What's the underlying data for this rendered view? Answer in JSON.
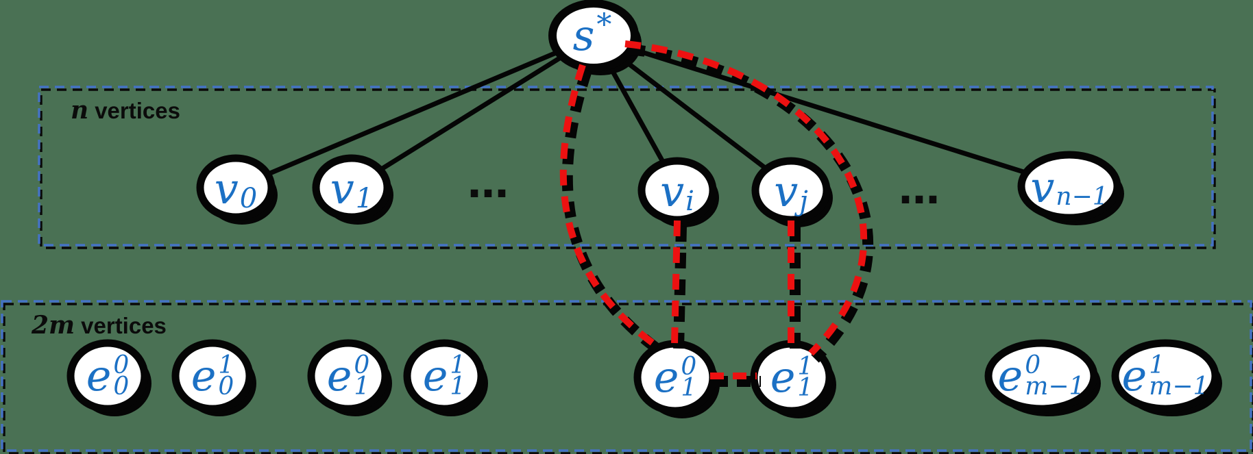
{
  "colors": {
    "background": "#4A7154",
    "node_fill": "#FFFFFF",
    "node_border": "#000000",
    "label_blue": "#1B70C4",
    "edge_black": "#000000",
    "highlight_red": "#ED1111",
    "box_dash_blue": "#4472C4"
  },
  "boxes": {
    "top": {
      "math": "n",
      "word": "vertices"
    },
    "bottom": {
      "math": "2m",
      "word": "vertices"
    }
  },
  "ellipsis": "…",
  "nodes": {
    "s": {
      "base": "s",
      "sup": "*"
    },
    "v0": {
      "base": "v",
      "sub": "0"
    },
    "v1": {
      "base": "v",
      "sub": "1"
    },
    "vi": {
      "base": "v",
      "sub": "i"
    },
    "vj": {
      "base": "v",
      "sub": "j"
    },
    "vn1": {
      "base": "v",
      "sub": "n−1"
    },
    "e00": {
      "base": "e",
      "sup": "0",
      "sub": "0"
    },
    "e01": {
      "base": "e",
      "sup": "1",
      "sub": "0"
    },
    "e10": {
      "base": "e",
      "sup": "0",
      "sub": "1"
    },
    "e11": {
      "base": "e",
      "sup": "1",
      "sub": "1"
    },
    "e10h": {
      "base": "e",
      "sup": "0",
      "sub": "1"
    },
    "e11h": {
      "base": "e",
      "sup": "1",
      "sub": "1"
    },
    "em10": {
      "base": "e",
      "sup": "0",
      "sub": "m−1"
    },
    "em11": {
      "base": "e",
      "sup": "1",
      "sub": "m−1"
    }
  }
}
